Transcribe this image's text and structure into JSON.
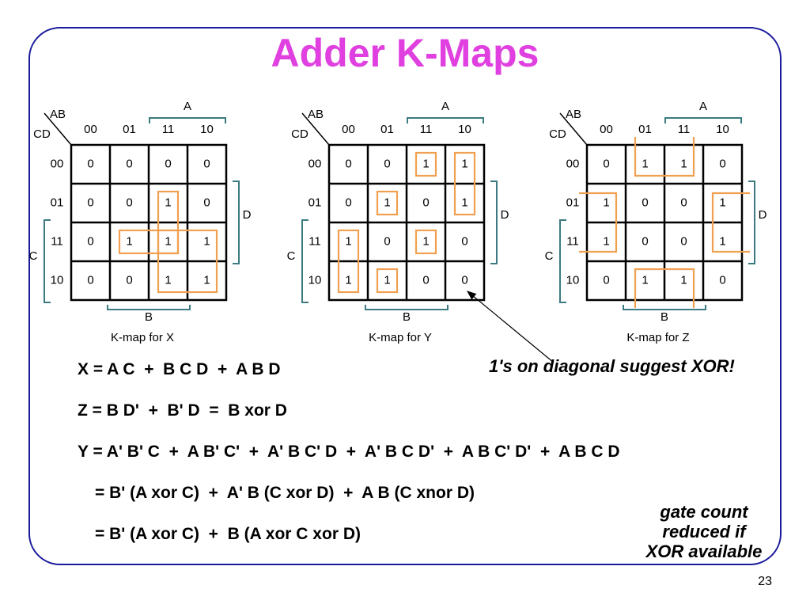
{
  "slide": {
    "title": "Adder K-Maps",
    "page_number": "23"
  },
  "kmap_labels": {
    "ab": "AB",
    "cd": "CD",
    "col_headers": [
      "00",
      "01",
      "11",
      "10"
    ],
    "row_headers": [
      "00",
      "01",
      "11",
      "10"
    ],
    "a": "A",
    "b": "B",
    "c": "C",
    "d": "D"
  },
  "kmaps": [
    {
      "caption": "K-map for X",
      "cells": [
        [
          "0",
          "0",
          "0",
          "0"
        ],
        [
          "0",
          "0",
          "1",
          "0"
        ],
        [
          "0",
          "1",
          "1",
          "1"
        ],
        [
          "0",
          "0",
          "1",
          "1"
        ]
      ],
      "groups": [
        {
          "r0": 1,
          "c0": 2,
          "r1": 2,
          "c1": 2
        },
        {
          "r0": 2,
          "c0": 1,
          "r1": 2,
          "c1": 2
        },
        {
          "r0": 2,
          "c0": 2,
          "r1": 3,
          "c1": 3
        }
      ]
    },
    {
      "caption": "K-map for Y",
      "cells": [
        [
          "0",
          "0",
          "1",
          "1"
        ],
        [
          "0",
          "1",
          "0",
          "1"
        ],
        [
          "1",
          "0",
          "1",
          "0"
        ],
        [
          "1",
          "1",
          "0",
          "0"
        ]
      ],
      "groups": [
        {
          "r0": 0,
          "c0": 2,
          "r1": 0,
          "c1": 2
        },
        {
          "r0": 0,
          "c0": 3,
          "r1": 1,
          "c1": 3
        },
        {
          "r0": 1,
          "c0": 1,
          "r1": 1,
          "c1": 1
        },
        {
          "r0": 2,
          "c0": 0,
          "r1": 3,
          "c1": 0
        },
        {
          "r0": 2,
          "c0": 2,
          "r1": 2,
          "c1": 2
        },
        {
          "r0": 3,
          "c0": 1,
          "r1": 3,
          "c1": 1
        }
      ]
    },
    {
      "caption": "K-map for Z",
      "cells": [
        [
          "0",
          "1",
          "1",
          "0"
        ],
        [
          "1",
          "0",
          "0",
          "1"
        ],
        [
          "1",
          "0",
          "0",
          "1"
        ],
        [
          "0",
          "1",
          "1",
          "0"
        ]
      ],
      "groups": []
    }
  ],
  "annotation": "1's on diagonal suggest XOR!",
  "equations": {
    "x": "X = A C  +  B C D  +  A B D",
    "z": "Z = B D'  +  B' D  =  B xor D",
    "y": "Y = A' B' C  +  A B' C'  +  A' B C' D  +  A' B C D'  +  A B C' D'  +  A B C D",
    "y_step1": "= B' (A xor C)  +  A' B (C xor D)  +  A B (C xnor D)",
    "y_step2": "= B' (A xor C)  +  B (A xor C xor D)"
  },
  "side_note": {
    "line1": "gate count",
    "line2": "reduced if",
    "line3": "XOR available"
  },
  "colors": {
    "title": "#e040e0",
    "frame": "#1a1a9c",
    "group_loop": "#f0a050",
    "bracket": "#3a7a80"
  }
}
